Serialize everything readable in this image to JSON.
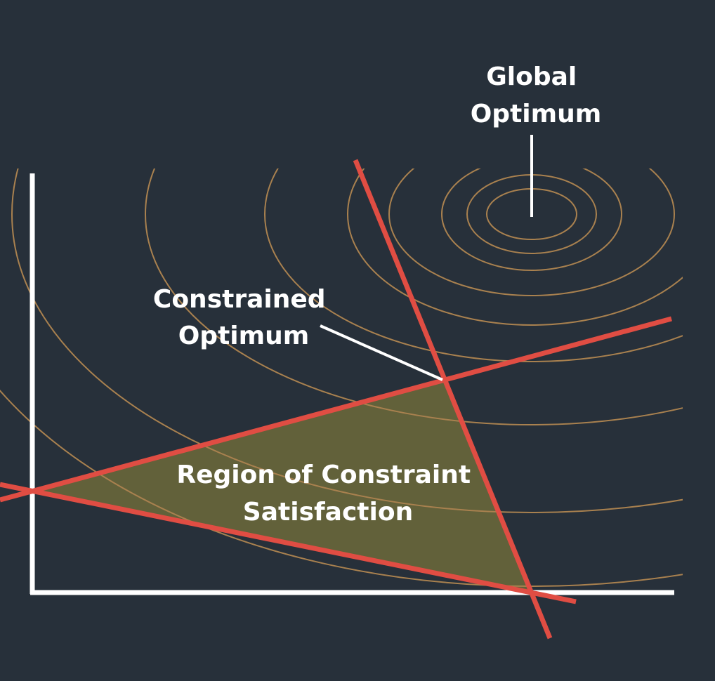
{
  "labels": {
    "global_optimum": [
      "Global",
      "Optimum"
    ],
    "constrained_optimum": [
      "Constrained",
      "Optimum"
    ],
    "feasible_region": [
      "Region of Constraint",
      "Satisfaction"
    ]
  },
  "colors": {
    "background": "#27303a",
    "axes": "#ffffff",
    "contours": "#a9814f",
    "constraint_lines": "#e04d43",
    "feasible_fill": "#62613a",
    "text": "#ffffff"
  }
}
